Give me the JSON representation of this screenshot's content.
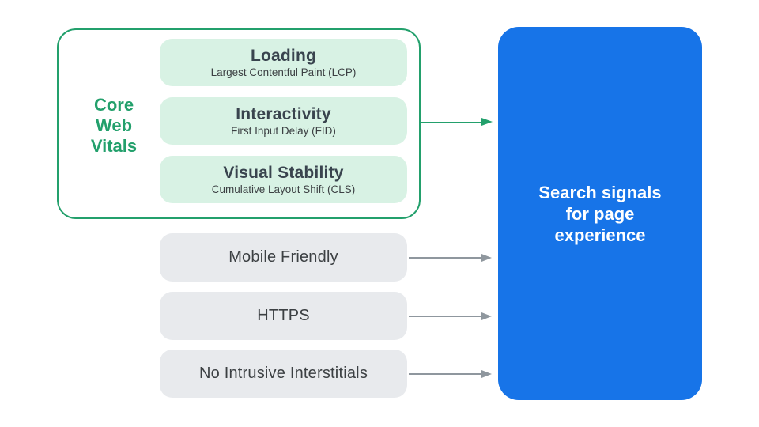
{
  "colors": {
    "green": "#23A06C",
    "mint": "#D8F2E4",
    "blue": "#1774E8",
    "gray_pill": "#E8EAED",
    "dark_text": "#39444E",
    "gray_text": "#3C4043",
    "gray_arrow": "#8F979E",
    "white": "#FFFFFF"
  },
  "core_web_vitals": {
    "label_lines": [
      "Core",
      "Web",
      "Vitals"
    ],
    "pills": [
      {
        "title": "Loading",
        "subtitle": "Largest Contentful Paint (LCP)"
      },
      {
        "title": "Interactivity",
        "subtitle": "First Input Delay (FID)"
      },
      {
        "title": "Visual Stability",
        "subtitle": "Cumulative Layout Shift (CLS)"
      }
    ]
  },
  "other_signals": [
    {
      "label": "Mobile Friendly"
    },
    {
      "label": "HTTPS"
    },
    {
      "label": "No Intrusive Interstitials"
    }
  ],
  "result_box": {
    "label_lines": [
      "Search signals",
      "for page",
      "experience"
    ]
  }
}
